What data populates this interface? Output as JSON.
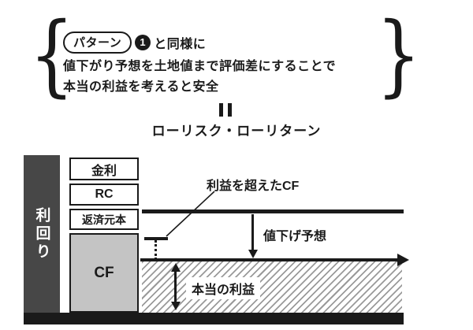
{
  "header": {
    "pattern_label": "パターン",
    "pattern_number": "1",
    "line1_suffix": "と同様に",
    "line2": "値下がり予想を土地値まで評価差にすることで",
    "line3": "本当の利益を考えると安全",
    "equals_note": "ローリスク・ローリターン"
  },
  "diagram": {
    "y_axis_label": "利回り",
    "stack": [
      "金利",
      "RC",
      "返済元本",
      "CF"
    ],
    "annotations": {
      "excess_cf": "利益を超えたCF",
      "price_drop": "値下げ予想",
      "real_profit": "本当の利益"
    },
    "colors": {
      "axis_bar": "#474747",
      "cf_fill": "#c4c4c4",
      "ink": "#1a1a1a",
      "hatch_line": "#9a9a9a"
    }
  }
}
